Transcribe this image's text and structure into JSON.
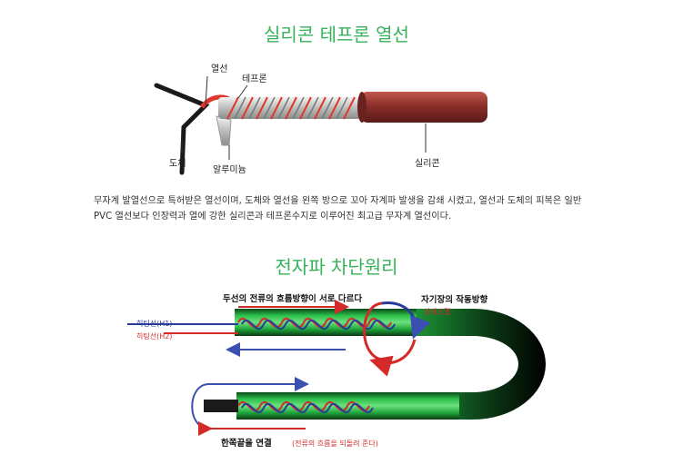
{
  "section1": {
    "title": "실리콘 테프론 열선",
    "labels": {
      "heating_wire": "열선",
      "teflon": "테프론",
      "conductor": "도체",
      "aluminum_foil": "알루미늄",
      "silicone": "실리콘"
    },
    "description_line1": "무자계 발열선으로 특허받은 열선이며, 도체와 열선을 왼쪽 방으로 꼬아 자계파 발생을 감쇄 시켰고, 열선과 도체의 피복은 일반",
    "description_line2": "PVC 열선보다 인장력과 열에 강한 실리콘과 테프론수지로 이루어진 최고급 무자계 열선이다."
  },
  "section2": {
    "title": "전자파 차단원리",
    "current_note": "두선의 전류의 흐름방향이 서로 다르다",
    "magnetic_title": "자기장의 작동방향",
    "magnetic_sub": "상쇄소멸",
    "wire_h1": "히팅선(H1)",
    "wire_h2": "히팅선(H2)",
    "end_label": "한쪽끝을 연결",
    "end_note": "(전류의 흐름을 되돌려 준다)"
  },
  "colors": {
    "title_green": "#36b25a",
    "cable_red": "#8b2f2a",
    "wire_red": "#d42a2a",
    "wire_blue": "#2a3a9a",
    "tube_green": "#1fa63c"
  }
}
